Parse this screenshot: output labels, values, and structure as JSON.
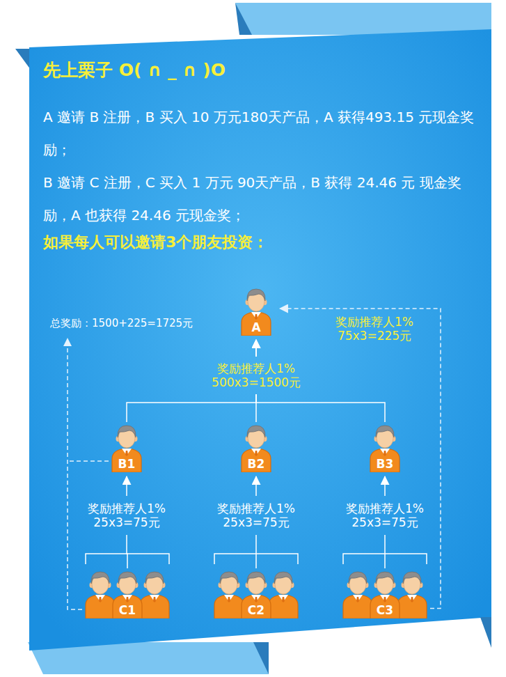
{
  "diagram": {
    "title": "先上栗子 O( ∩ _ ∩ )O",
    "nodes": [
      {
        "text": [
          "A"
        ]
      },
      {
        "text": [
          "B1"
        ]
      },
      {
        "text": [
          "B2"
        ]
      },
      {
        "text": [
          "B3"
        ]
      },
      {
        "text": [
          "C1"
        ]
      },
      {
        "text": [
          "C2"
        ]
      },
      {
        "text": [
          "C3"
        ]
      }
    ],
    "edges": [
      {
        "from": 1,
        "to": 0,
        "arrow": "to"
      },
      {
        "from": 2,
        "to": 0,
        "arrow": "to",
        "label": "奖励推荐人1% 500x3=1500元"
      },
      {
        "from": 3,
        "to": 0,
        "arrow": "to"
      },
      {
        "from": 4,
        "to": 1,
        "arrow": "to",
        "label": "奖励推荐人1% 25x3=75元"
      },
      {
        "from": 5,
        "to": 2,
        "arrow": "to",
        "label": "奖励推荐人1% 25x3=75元"
      },
      {
        "from": 6,
        "to": 3,
        "arrow": "to",
        "label": "奖励推荐人1% 25x3=75元"
      },
      {
        "from": 6,
        "to": 0,
        "arrow": "to",
        "label": "奖励推荐人1% 75x3=225元"
      }
    ],
    "labels": [
      "A 邀请 B 注册，B 买入 10 万元180天产品，A 获得493.15 元现金奖励；",
      "B 邀请 C 注册，C 买入 1 万元 90天产品，B 获得 24.46 元 现金奖励，A 也获得 24.46 元现金奖；",
      "如果每人可以邀请3个朋友投资：",
      "总奖励：1500+225=1725元"
    ]
  }
}
